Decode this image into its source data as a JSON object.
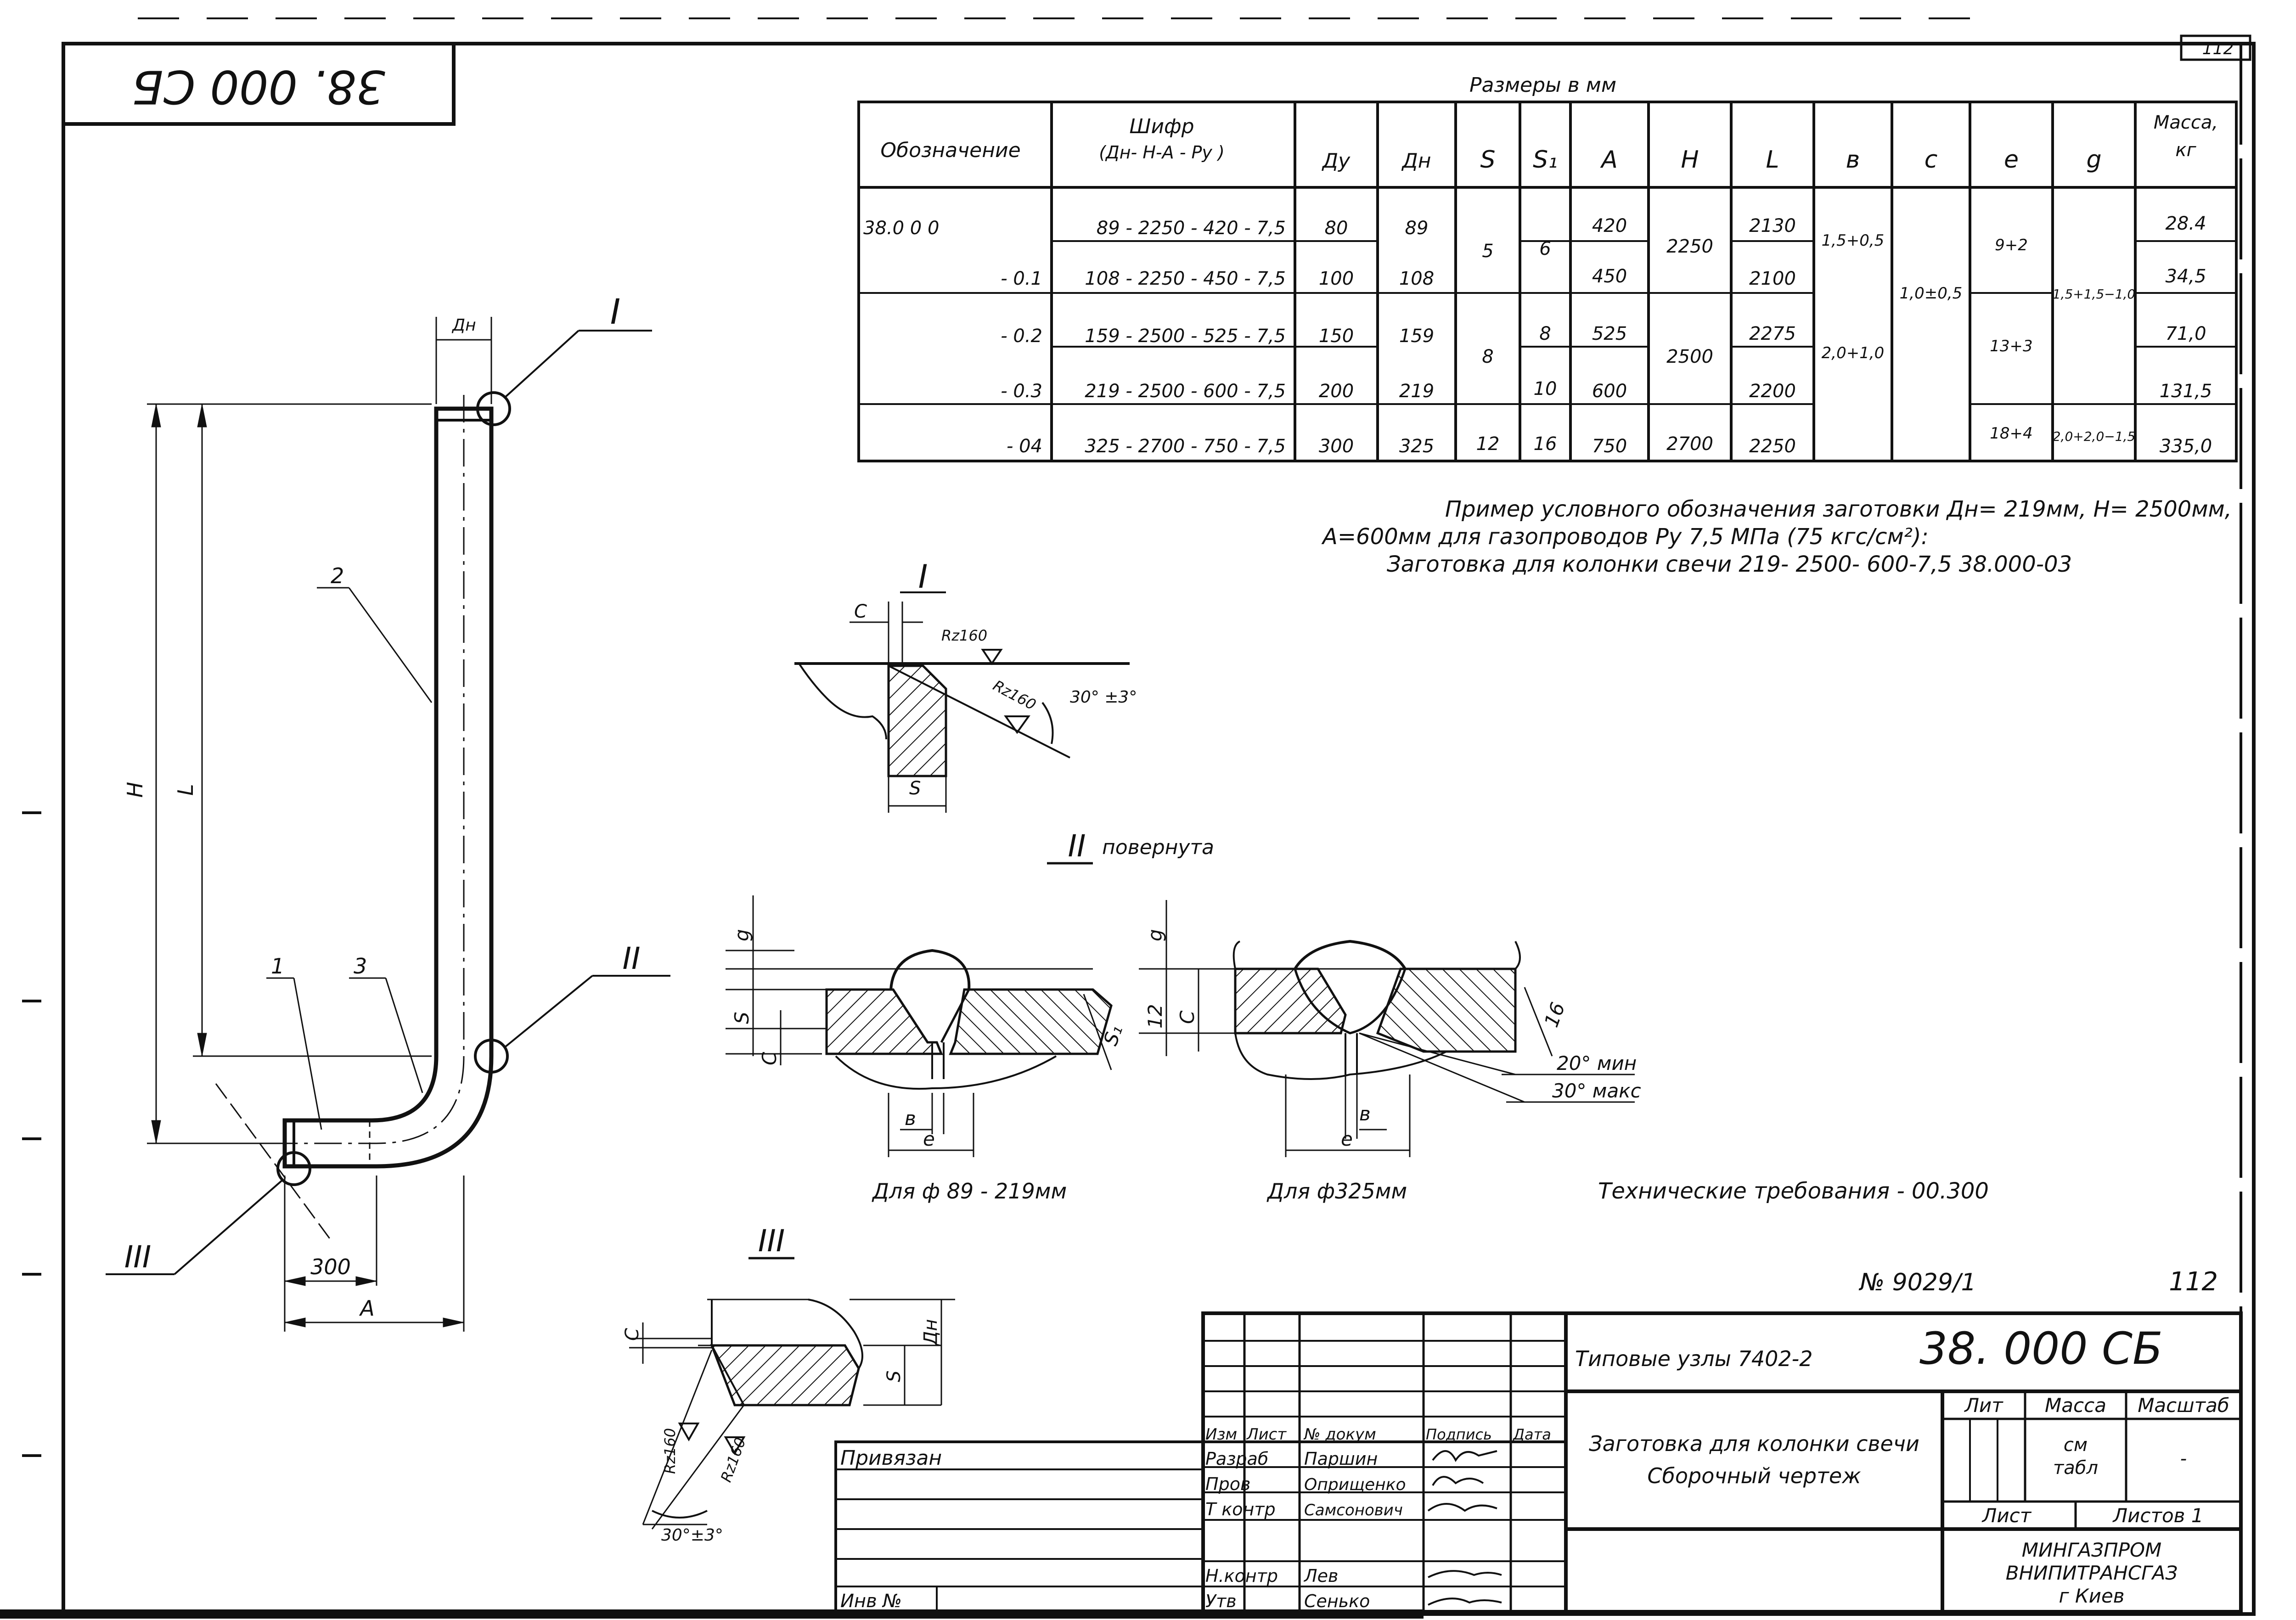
{
  "stamp_code": "38. 000 СБ",
  "corner_page": "112",
  "table": {
    "caption": "Размеры в мм",
    "headers": [
      "Обозначение",
      "Шифр",
      "(Дн- Н-А - Ру )",
      "Ду",
      "Дн",
      "S",
      "S₁",
      "А",
      "Н",
      "L",
      "в",
      "с",
      "е",
      "g",
      "Масса,",
      "кг"
    ],
    "rows": [
      [
        "38.0 0 0",
        "89 - 2250 - 420 - 7,5",
        "80",
        "89",
        "420",
        "2130",
        "28.4"
      ],
      [
        "- 0.1",
        "108 - 2250 - 450 - 7,5",
        "100",
        "108",
        "450",
        "2100",
        "34,5"
      ],
      [
        "- 0.2",
        "159 - 2500 - 525 - 7,5",
        "150",
        "159",
        "525",
        "2275",
        "71,0"
      ],
      [
        "- 0.3",
        "219 - 2500 - 600 - 7,5",
        "200",
        "219",
        "600",
        "2200",
        "131,5"
      ],
      [
        "- 04",
        "325 - 2700 - 750 - 7,5",
        "300",
        "325",
        "750",
        "2250",
        "335,0"
      ]
    ],
    "merged": {
      "s_5": "5",
      "s_8": "8",
      "s_12": "12",
      "s1_6": "6",
      "s1_8": "8",
      "s1_10": "10",
      "s1_16": "16",
      "h_2250": "2250",
      "h_2500": "2500",
      "h_2700": "2700",
      "b_1": "1,5+0,5",
      "b_2": "2,0+1,0",
      "c_1": "1,0±0,5",
      "e_1": "9+2",
      "e_2": "13+3",
      "e_3": "18+4",
      "g_1": "1,5+1,5−1,0",
      "g_2": "2,0+2,0−1,5"
    }
  },
  "example": {
    "line1": "Пример условного обозначения заготовки Дн= 219мм, Н= 2500мм,",
    "line2": "А=600мм для газопроводов Ру 7,5 МПа (75 кгс/см²):",
    "line3": "Заготовка для колонки свечи 219- 2500- 600-7,5 38.000-03"
  },
  "main_view": {
    "dn": "Дн",
    "h": "Н",
    "l": "L",
    "dim300": "300",
    "a": "А",
    "pos1": "1",
    "pos2": "2",
    "pos3": "3",
    "callout1": "I",
    "callout2": "II",
    "callout3": "III"
  },
  "detail1": {
    "title": "I",
    "c": "С",
    "rz1": "Rz160",
    "rz2": "Rz160",
    "angle": "30° ±3°",
    "s": "S"
  },
  "detail2": {
    "title": "II",
    "note": "повернута",
    "g": "g",
    "s": "S",
    "c": "С",
    "s1": "S₁",
    "b": "в",
    "e": "е",
    "caption": "Для ф 89 - 219мм",
    "g2": "g",
    "dim12": "12",
    "c2": "С",
    "dim16": "16",
    "b2": "в",
    "e2": "е",
    "angle_min": "20° мин",
    "angle_max": "30° макс",
    "caption2": "Для ф325мм"
  },
  "tech_req": "Технические требования - 00.300",
  "detail3": {
    "title": "III",
    "c": "С",
    "s": "S",
    "dn": "Дн",
    "rz1": "Rz160",
    "rz2": "Rz160",
    "angle": "30°±3°"
  },
  "doc_number": "№ 9029/1",
  "page_number": "112",
  "title_block": {
    "series": "Типовые узлы 7402-2",
    "code": "38. 000 СБ",
    "lit": "Лит",
    "mass": "Масса",
    "scale": "Масштаб",
    "mass_value": "см",
    "mass_value2": "табл",
    "scale_value": "-",
    "title1": "Заготовка для колонки свечи",
    "title2": "Сборочный чертеж",
    "sheet": "Лист",
    "sheets": "Листов 1",
    "org1": "МИНГАЗПРОМ",
    "org2": "ВНИПИТРАНСГАЗ",
    "org3": "г Киев",
    "privyazan": "Привязан",
    "inv": "Инв №",
    "col_izm": "Изм",
    "col_list": "Лист",
    "col_doc": "№ докум",
    "col_sign": "Подпись",
    "col_date": "Дата",
    "roles": [
      "Разраб",
      "Пров",
      "Т контр",
      "Н.контр",
      "Утв"
    ],
    "names": [
      "Паршин",
      "Оприщенко",
      "Самсонович",
      "Лев",
      "Сенько"
    ]
  }
}
